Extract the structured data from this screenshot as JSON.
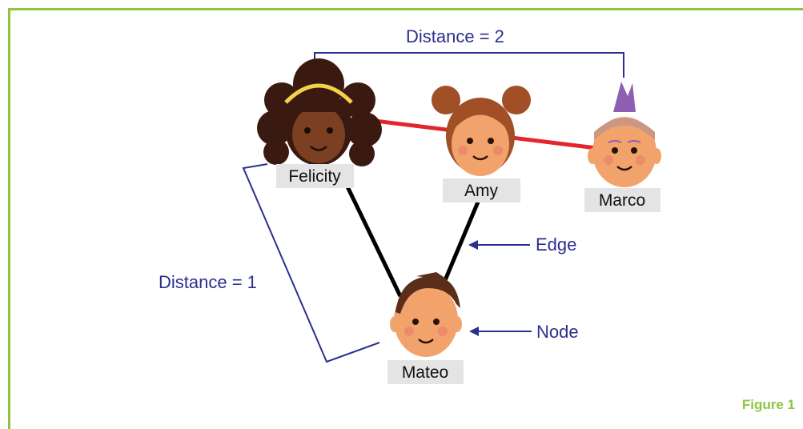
{
  "figure_label": "Figure 1",
  "annotations": {
    "distance_top": "Distance = 2",
    "distance_left": "Distance = 1",
    "edge_label": "Edge",
    "node_label": "Node"
  },
  "nodes": {
    "felicity": "Felicity",
    "amy": "Amy",
    "marco": "Marco",
    "mateo": "Mateo"
  },
  "colors": {
    "frame": "#8cc63f",
    "annotation": "#2b2f8f",
    "highlight_edge": "#e3262b",
    "edge": "#000000",
    "label_bg": "#e4e4e4"
  }
}
